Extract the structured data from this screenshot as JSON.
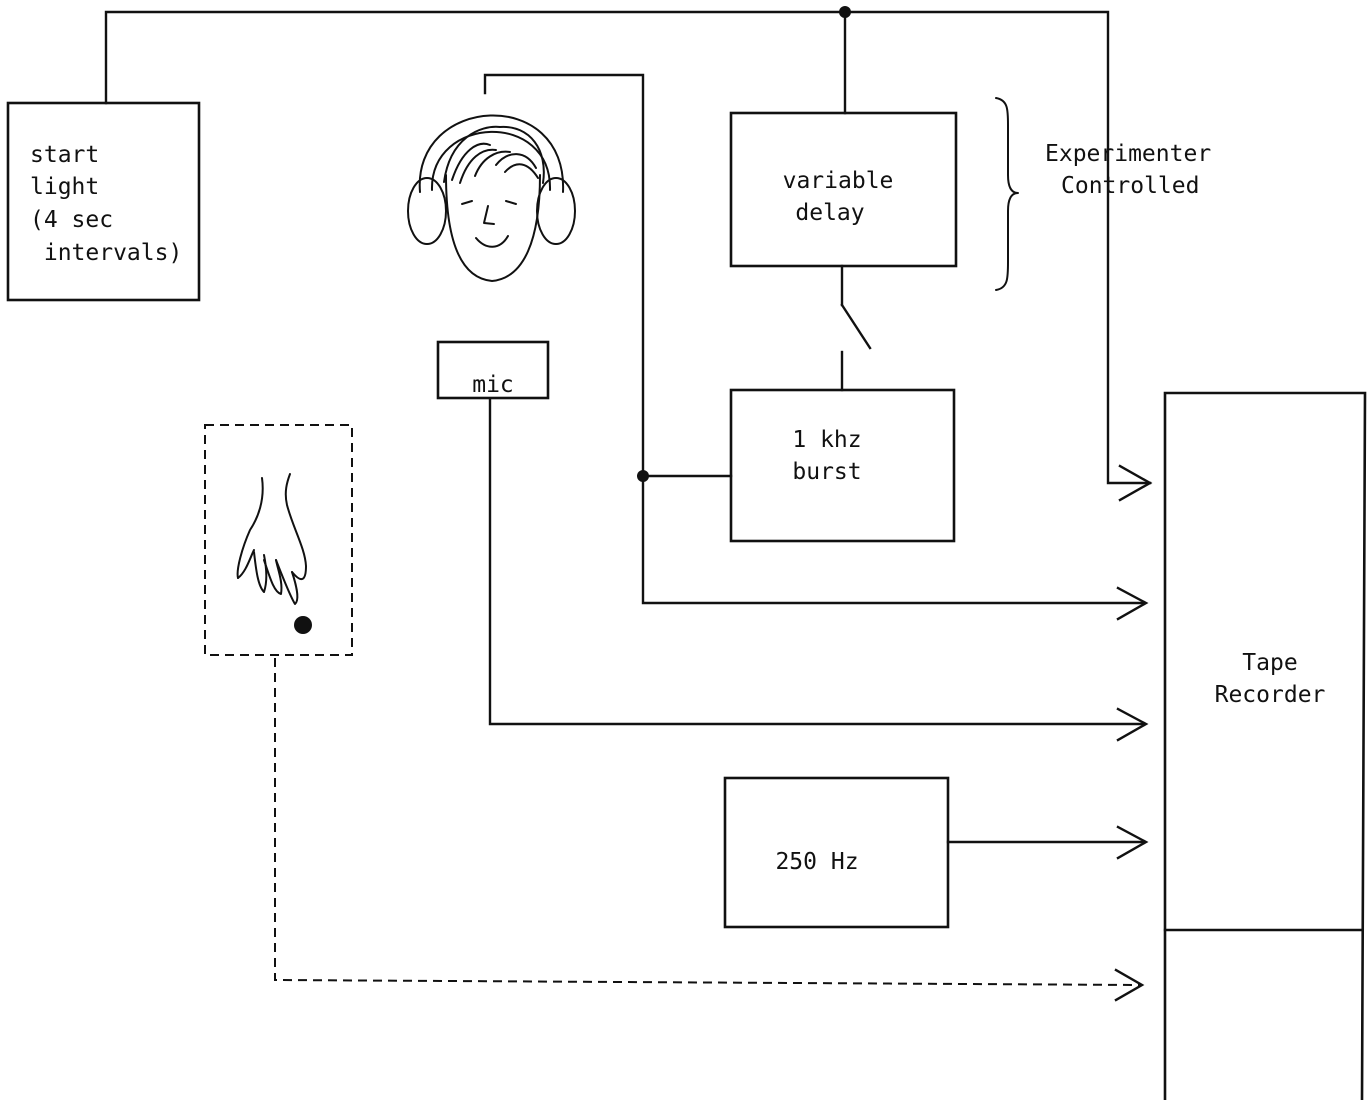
{
  "diagram": {
    "start_light": {
      "lines": [
        "start",
        "light",
        "(4 sec",
        " intervals)"
      ]
    },
    "mic": {
      "label": "mic"
    },
    "variable_delay": {
      "lines": [
        "variable",
        "delay"
      ]
    },
    "experimenter_controlled": {
      "lines": [
        "Experimenter",
        "Controlled"
      ]
    },
    "burst": {
      "lines": [
        "1 khz",
        "burst"
      ]
    },
    "tone": {
      "label": "250 Hz"
    },
    "tape_recorder": {
      "lines": [
        "Tape",
        "Recorder"
      ]
    }
  }
}
